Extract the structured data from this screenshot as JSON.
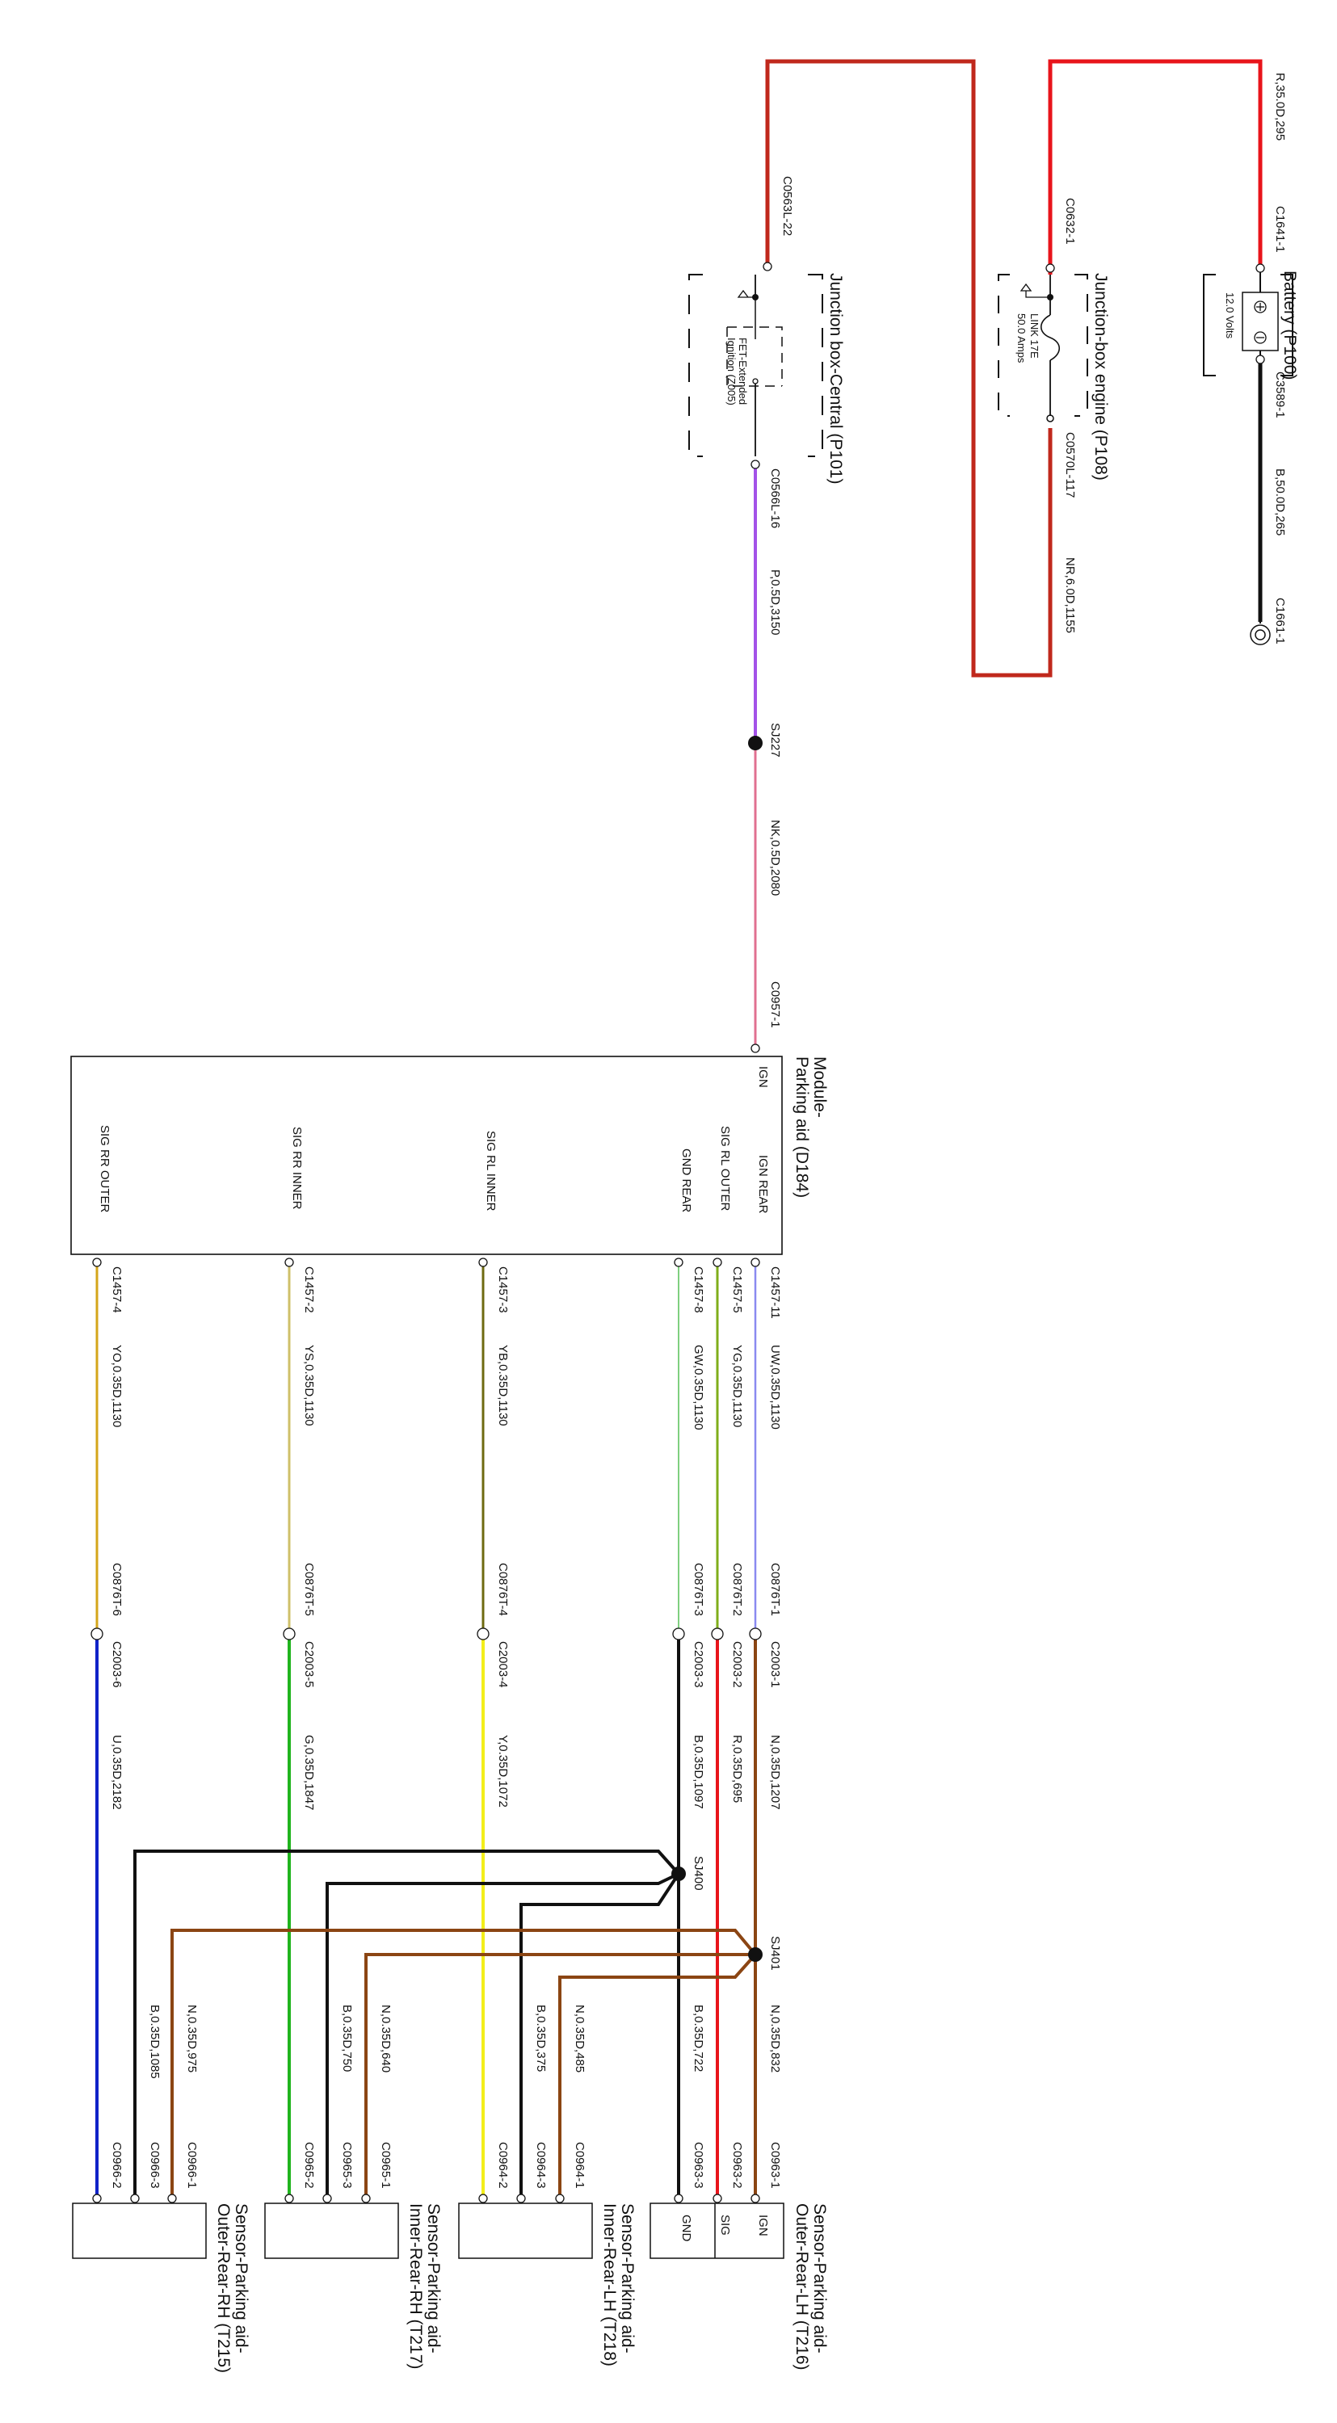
{
  "components": {
    "battery": {
      "title": "Battery (P100)",
      "rating": "12.0 Volts"
    },
    "jb_engine": {
      "title": "Junction-box engine (P108)",
      "fuse_name": "LINK 17E",
      "fuse_rating": "50.0 Amps"
    },
    "jb_central": {
      "title": "Junction box-Central (P101)",
      "relay_line1": "FET-Extended",
      "relay_line2": "Ignition (Z005)"
    },
    "module": {
      "title_line1": "Module-",
      "title_line2": "Parking aid (D184)",
      "pins": {
        "ign": "IGN",
        "ign_rear": "IGN REAR",
        "sig_rl_outer": "SIG RL OUTER",
        "gnd_rear": "GND REAR",
        "sig_rl_inner": "SIG RL INNER",
        "sig_rr_inner": "SIG RR INNER",
        "sig_rr_outer": "SIG RR OUTER"
      }
    },
    "sensor_t216": {
      "line1": "Sensor-Parking aid-",
      "line2": "Outer-Rear-LH (T216)",
      "pin_ign": "IGN",
      "pin_sig": "SIG",
      "pin_gnd": "GND"
    },
    "sensor_t218": {
      "line1": "Sensor-Parking aid-",
      "line2": "Inner-Rear-LH (T218)"
    },
    "sensor_t217": {
      "line1": "Sensor-Parking aid-",
      "line2": "Inner-Rear-RH (T217)"
    },
    "sensor_t215": {
      "line1": "Sensor-Parking aid-",
      "line2": "Outer-Rear-RH (T215)"
    }
  },
  "connectors": {
    "c1641_1": "C1641-1",
    "c3589_1": "C3589-1",
    "c1661_1": "C1661-1",
    "c0632_1": "C0632-1",
    "c0570l_117": "C0570L-117",
    "c0563l_22": "C0563L-22",
    "c0566l_16": "C0566L-16",
    "sj227": "SJ227",
    "c0957_1": "C0957-1",
    "c1457_11": "C1457-11",
    "c1457_5": "C1457-5",
    "c1457_8": "C1457-8",
    "c1457_3": "C1457-3",
    "c1457_2": "C1457-2",
    "c1457_4": "C1457-4",
    "c0876t_1": "C0876T-1",
    "c0876t_2": "C0876T-2",
    "c0876t_3": "C0876T-3",
    "c0876t_4": "C0876T-4",
    "c0876t_5": "C0876T-5",
    "c0876t_6": "C0876T-6",
    "c2003_1": "C2003-1",
    "c2003_2": "C2003-2",
    "c2003_3": "C2003-3",
    "c2003_4": "C2003-4",
    "c2003_5": "C2003-5",
    "c2003_6": "C2003-6",
    "sj400": "SJ400",
    "sj401": "SJ401",
    "c0963_1": "C0963-1",
    "c0963_2": "C0963-2",
    "c0963_3": "C0963-3",
    "c0964_1": "C0964-1",
    "c0964_2": "C0964-2",
    "c0964_3": "C0964-3",
    "c0965_1": "C0965-1",
    "c0965_2": "C0965-2",
    "c0965_3": "C0965-3",
    "c0966_1": "C0966-1",
    "c0966_2": "C0966-2",
    "c0966_3": "C0966-3"
  },
  "wires": {
    "w_r35_295": "R,35.0D,295",
    "w_b50_265": "B,50.0D,265",
    "w_nr6_1155": "NR,6.0D,1155",
    "w_p05_3150": "P,0.5D,3150",
    "w_nk05_2080": "NK,0.5D,2080",
    "w_uw_1130": "UW,0.35D,1130",
    "w_yg_1130": "YG,0.35D,1130",
    "w_gw_1130": "GW,0.35D,1130",
    "w_yb_1130": "YB,0.35D,1130",
    "w_ys_1130": "YS,0.35D,1130",
    "w_yo_1130": "YO,0.35D,1130",
    "w_n_1207": "N,0.35D,1207",
    "w_r_695": "R,0.35D,695",
    "w_b_1097": "B,0.35D,1097",
    "w_y_1072": "Y,0.35D,1072",
    "w_g_1847": "G,0.35D,1847",
    "w_u_2182": "U,0.35D,2182",
    "w_n_832": "N,0.35D,832",
    "w_b_722": "B,0.35D,722",
    "w_n_485": "N,0.35D,485",
    "w_b_375": "B,0.35D,375",
    "w_n_640": "N,0.35D,640",
    "w_b_750": "B,0.35D,750",
    "w_n_975": "N,0.35D,975",
    "w_b_1085": "B,0.35D,1085"
  },
  "colors": {
    "red": "#e8141b",
    "darkred": "#c0281c",
    "black": "#111111",
    "purple": "#a352e8",
    "pink": "#e07090",
    "blue_pale": "#8a8af0",
    "yellow_green": "#7fae1a",
    "green_white": "#7fd07f",
    "yellow_black": "#6e6a10",
    "yellow_slate": "#cfc06a",
    "yellow_orange": "#d4a61a",
    "brown": "#8b4513",
    "yellow": "#f3ee1a",
    "green": "#20b41e",
    "blue": "#1022c8"
  }
}
